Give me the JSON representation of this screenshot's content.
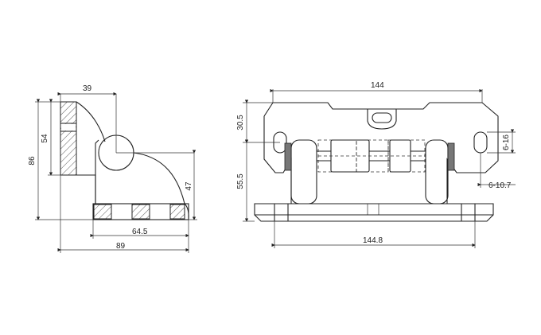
{
  "drawing": {
    "left_view": {
      "dims": {
        "top_width": "39",
        "left_height_inner": "54",
        "left_height_outer": "86",
        "right_height": "47",
        "base_width": "64.5",
        "total_width": "89"
      }
    },
    "right_view": {
      "dims": {
        "top_width": "144",
        "upper_height": "30.5",
        "lower_height": "55.5",
        "slot_height": "6-16",
        "slot_offset": "6-10.7",
        "base_width": "144.8"
      }
    }
  }
}
